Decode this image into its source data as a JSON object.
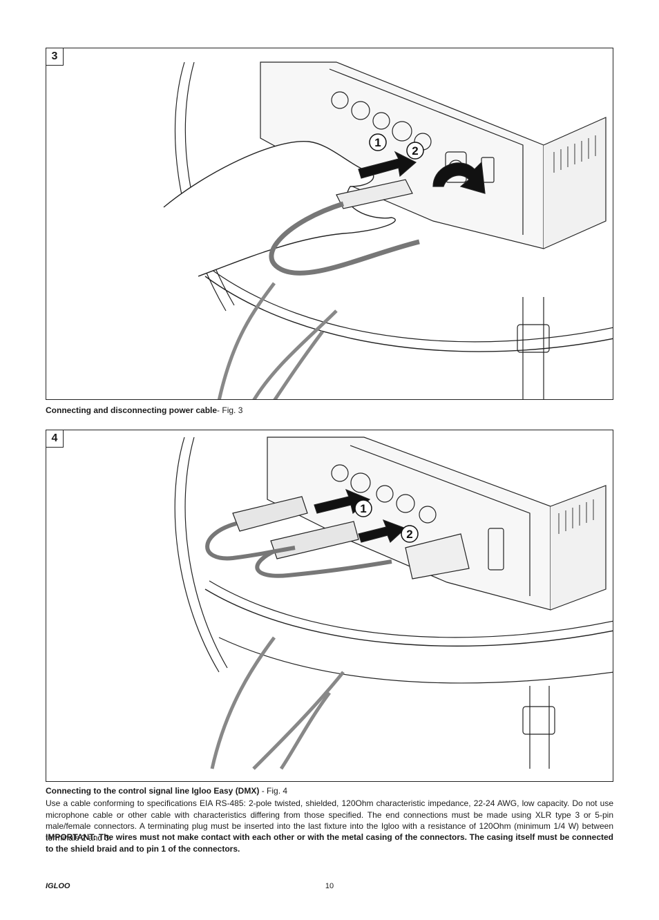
{
  "figures": [
    {
      "number": "3",
      "callouts": [
        "1",
        "2"
      ],
      "caption_bold": "Connecting and disconnecting power cable",
      "caption_rest": "- Fig. 3"
    },
    {
      "number": "4",
      "callouts": [
        "1",
        "2"
      ],
      "caption_bold": "Connecting to the control signal line Igloo Easy (DMX)",
      "caption_rest": " - Fig. 4"
    }
  ],
  "body_text": "Use a cable conforming to specifications EIA RS-485: 2-pole twisted, shielded, 120Ohm characteristic impedance, 22-24 AWG, low capacity. Do not use microphone cable or other cable with characteristics differing from those specified. The end connections must be made using XLR type 3 or 5-pin male/female connectors. A terminating plug must be inserted into the last fixture into the Igloo with a resistance of 120Ohm (minimum 1/4 W) between terminals 2 and 3.",
  "important_text": "IMPORTANT: The wires must not make contact with each other or with the metal casing of the connectors. The casing itself must be connected to the shield braid and to pin 1 of the connectors.",
  "footer": {
    "brand": "IGLOO",
    "page_number": "10"
  }
}
